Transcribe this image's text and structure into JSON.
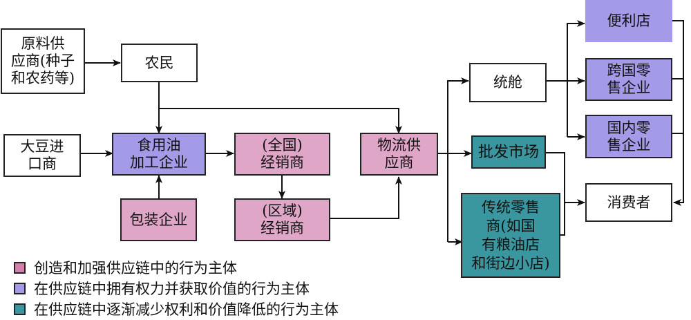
{
  "colors": {
    "pink": "#e0a6c8",
    "purple": "#a49be8",
    "teal": "#3a97a0",
    "legend_pink": "#d67fad",
    "legend_purple": "#a49be8",
    "legend_teal": "#3a97a0"
  },
  "nodes": {
    "raw_supplier": "原料供\n应商(种子\n和农药等)",
    "farmer": "农民",
    "soy_importer": "大豆进\n口商",
    "oil_processor": "食用油\n加工企业",
    "packaging": "包装企业",
    "national_distributor": "(全国)\n经销商",
    "regional_distributor": "(区域)\n经销商",
    "logistics": "物流供\n应商",
    "warehouse": "统舱",
    "wholesale": "批发市场",
    "traditional_retail": "传统零售\n商(如国\n有粮油店\n和街边小店)",
    "convenience_store": "便利店",
    "multinational_retail": "跨国零\n售企业",
    "domestic_retail": "国内零\n售企业",
    "consumer": "消费者"
  },
  "legend": [
    {
      "label": "创造和加强供应链中的行为主体",
      "color_key": "legend_pink"
    },
    {
      "label": "在供应链中拥有权力并获取价值的行为主体",
      "color_key": "legend_purple"
    },
    {
      "label": "在供应链中逐渐减少权利和价值降低的行为主体",
      "color_key": "legend_teal"
    }
  ]
}
